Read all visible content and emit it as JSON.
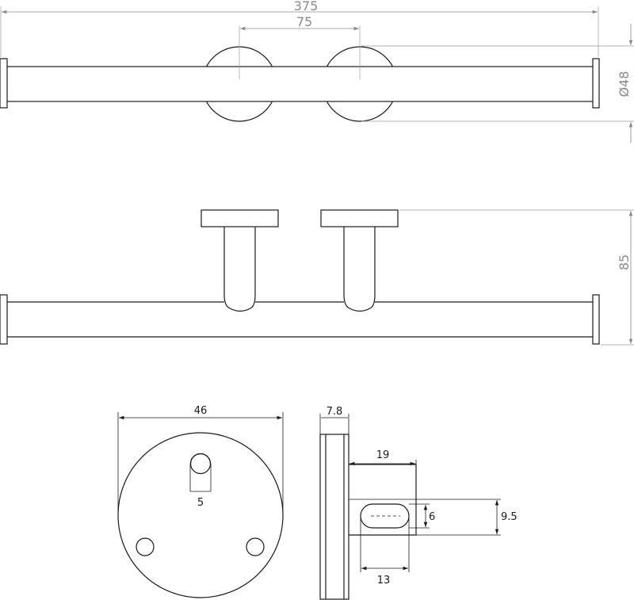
{
  "dimensions": {
    "overall_length": "375",
    "rosette_spacing": "75",
    "rosette_diameter": "Ø48",
    "projection_depth": "85",
    "base_diameter": "46",
    "slot_width": "5",
    "base_thickness": "7.8",
    "arm_length": "19",
    "slot_height": "6",
    "arm_height": "9.5",
    "slot_length": "13"
  }
}
